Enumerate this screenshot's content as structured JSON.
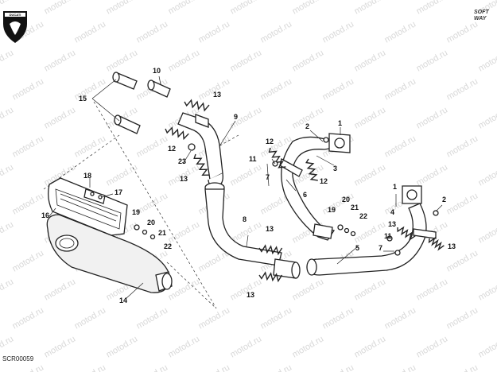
{
  "diagram_code": "SCR00059",
  "watermark_text": "motod.ru",
  "brand_logo_text": "DUCATI",
  "softway_line1": "SOFT",
  "softway_line2": "WAY",
  "callouts": [
    {
      "id": "c1",
      "label": "1"
    },
    {
      "id": "c1b",
      "label": "1"
    },
    {
      "id": "c2",
      "label": "2"
    },
    {
      "id": "c2b",
      "label": "2"
    },
    {
      "id": "c3",
      "label": "3"
    },
    {
      "id": "c4",
      "label": "4"
    },
    {
      "id": "c5",
      "label": "5"
    },
    {
      "id": "c6",
      "label": "6"
    },
    {
      "id": "c7",
      "label": "7"
    },
    {
      "id": "c7b",
      "label": "7"
    },
    {
      "id": "c8",
      "label": "8"
    },
    {
      "id": "c9",
      "label": "9"
    },
    {
      "id": "c10",
      "label": "10"
    },
    {
      "id": "c11",
      "label": "11"
    },
    {
      "id": "c11b",
      "label": "11"
    },
    {
      "id": "c12",
      "label": "12"
    },
    {
      "id": "c12b",
      "label": "12"
    },
    {
      "id": "c12c",
      "label": "12"
    },
    {
      "id": "c13",
      "label": "13"
    },
    {
      "id": "c13b",
      "label": "13"
    },
    {
      "id": "c13c",
      "label": "13"
    },
    {
      "id": "c13d",
      "label": "13"
    },
    {
      "id": "c13e",
      "label": "13"
    },
    {
      "id": "c13f",
      "label": "13"
    },
    {
      "id": "c14",
      "label": "14"
    },
    {
      "id": "c15",
      "label": "15"
    },
    {
      "id": "c16",
      "label": "16"
    },
    {
      "id": "c17",
      "label": "17"
    },
    {
      "id": "c18",
      "label": "18"
    },
    {
      "id": "c19",
      "label": "19"
    },
    {
      "id": "c19b",
      "label": "19"
    },
    {
      "id": "c20",
      "label": "20"
    },
    {
      "id": "c20b",
      "label": "20"
    },
    {
      "id": "c21",
      "label": "21"
    },
    {
      "id": "c21b",
      "label": "21"
    },
    {
      "id": "c22",
      "label": "22"
    },
    {
      "id": "c22b",
      "label": "22"
    },
    {
      "id": "c23",
      "label": "23"
    }
  ]
}
